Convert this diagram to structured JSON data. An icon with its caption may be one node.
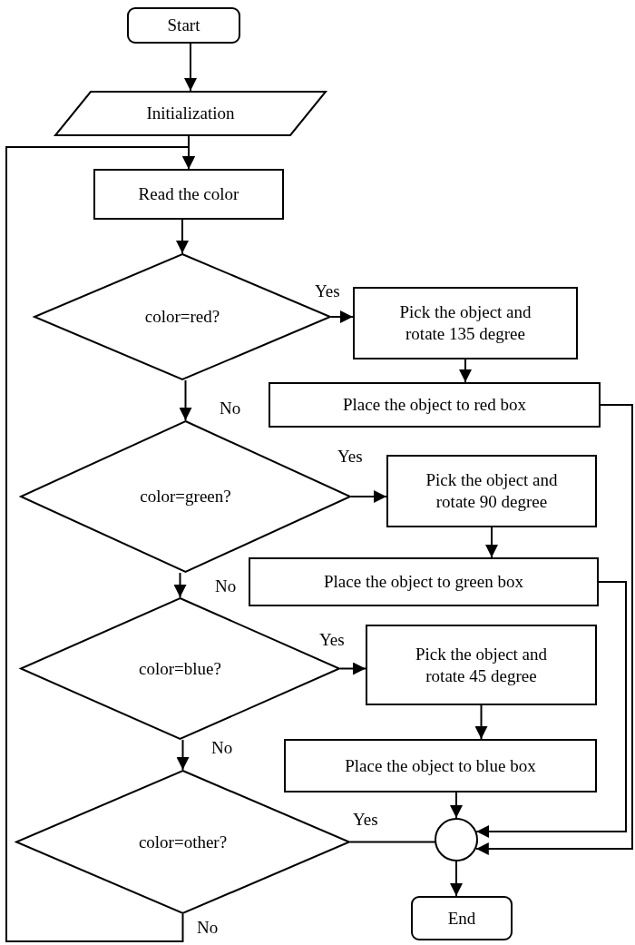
{
  "diagram": {
    "nodes": [
      {
        "text": [
          "Start"
        ]
      },
      {
        "text": [
          "Initialization"
        ]
      },
      {
        "text": [
          "Read the color"
        ]
      },
      {
        "text": [
          "color=red?"
        ]
      },
      {
        "text": [
          "Pick the object and rotate 135 degree"
        ]
      },
      {
        "text": [
          "Place the object to red box"
        ]
      },
      {
        "text": [
          "color=green?"
        ]
      },
      {
        "text": [
          "Pick the object and rotate 90 degree"
        ]
      },
      {
        "text": [
          "Place the object to green box"
        ]
      },
      {
        "text": [
          "color=blue?"
        ]
      },
      {
        "text": [
          "Pick the object and rotate 45 degree"
        ]
      },
      {
        "text": [
          "Place the object to blue box"
        ]
      },
      {
        "text": [
          "color=other?"
        ]
      },
      {
        "text": [],
        "shape": "circle"
      },
      {
        "text": [
          "End"
        ]
      }
    ],
    "edges": [
      {
        "from": 0,
        "to": 1,
        "arrow": "to"
      },
      {
        "from": 1,
        "to": 2,
        "arrow": "to"
      },
      {
        "from": 2,
        "to": 3,
        "arrow": "to"
      },
      {
        "from": 3,
        "to": 4,
        "arrow": "to",
        "label": "Yes"
      },
      {
        "from": 4,
        "to": 5,
        "arrow": "to"
      },
      {
        "from": 3,
        "to": 6,
        "arrow": "to",
        "label": "No"
      },
      {
        "from": 6,
        "to": 7,
        "arrow": "to",
        "label": "Yes"
      },
      {
        "from": 7,
        "to": 8,
        "arrow": "to"
      },
      {
        "from": 6,
        "to": 9,
        "arrow": "to",
        "label": "No"
      },
      {
        "from": 9,
        "to": 10,
        "arrow": "to",
        "label": "Yes"
      },
      {
        "from": 10,
        "to": 11,
        "arrow": "to"
      },
      {
        "from": 9,
        "to": 12,
        "arrow": "to",
        "label": "No"
      },
      {
        "from": 11,
        "to": 13,
        "arrow": "to"
      },
      {
        "from": 8,
        "to": 13,
        "arrow": "to"
      },
      {
        "from": 5,
        "to": 13,
        "arrow": "to"
      },
      {
        "from": 12,
        "to": 13,
        "arrow": "to",
        "label": "Yes"
      },
      {
        "from": 13,
        "to": 14,
        "arrow": "to"
      },
      {
        "from": 12,
        "to": 2,
        "arrow": "to",
        "label": "No"
      }
    ]
  }
}
